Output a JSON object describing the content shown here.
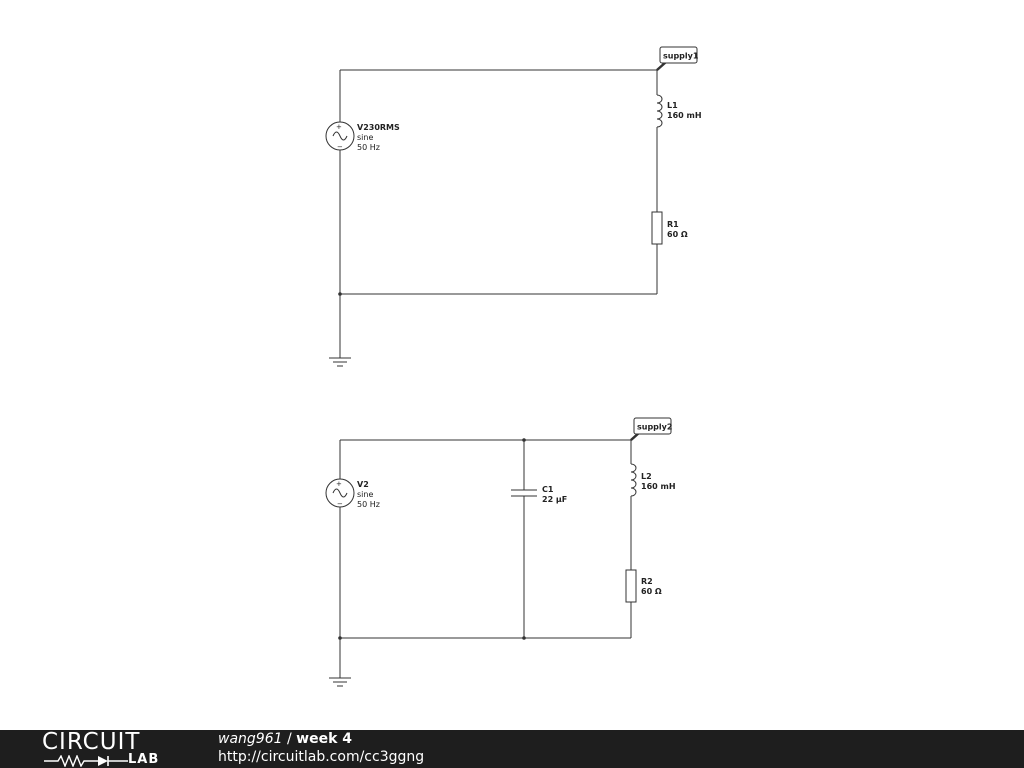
{
  "circuit1": {
    "source": {
      "name": "V230RMS",
      "type": "sine",
      "freq": "50 Hz"
    },
    "inductor": {
      "name": "L1",
      "value": "160 mH"
    },
    "resistor": {
      "name": "R1",
      "value": "60 Ω"
    },
    "supply_tag": "supply1"
  },
  "circuit2": {
    "source": {
      "name": "V2",
      "type": "sine",
      "freq": "50 Hz"
    },
    "capacitor": {
      "name": "C1",
      "value": "22 µF"
    },
    "inductor": {
      "name": "L2",
      "value": "160 mH"
    },
    "resistor": {
      "name": "R2",
      "value": "60 Ω"
    },
    "supply_tag": "supply2"
  },
  "footer": {
    "logo_top": "CIRCUIT",
    "logo_bottom": "LAB",
    "user": "wang961",
    "separator": " / ",
    "project": "week 4",
    "url": "http://circuitlab.com/cc3ggng"
  },
  "colors": {
    "wire": "#333333",
    "footer_bg": "#1e1e1e"
  }
}
